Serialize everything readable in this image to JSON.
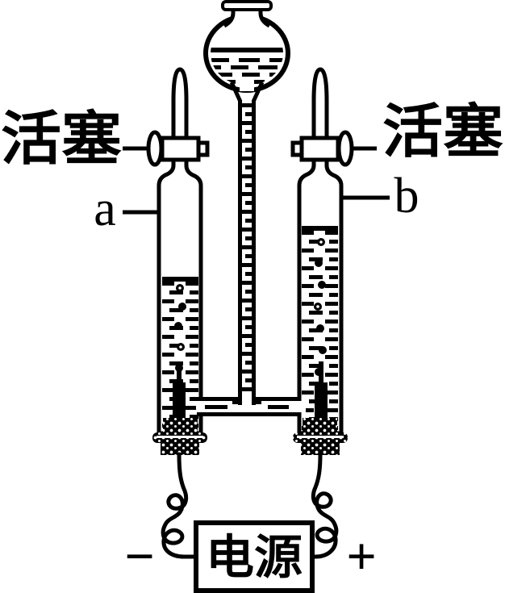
{
  "title": "water-electrolysis-apparatus-diagram",
  "colors": {
    "ink": "#000000",
    "paper": "#ffffff"
  },
  "labels": {
    "piston_left": "活塞",
    "piston_right": "活塞",
    "tube_a": "a",
    "tube_b": "b",
    "power_supply": "电源",
    "minus": "−",
    "plus": "+"
  }
}
